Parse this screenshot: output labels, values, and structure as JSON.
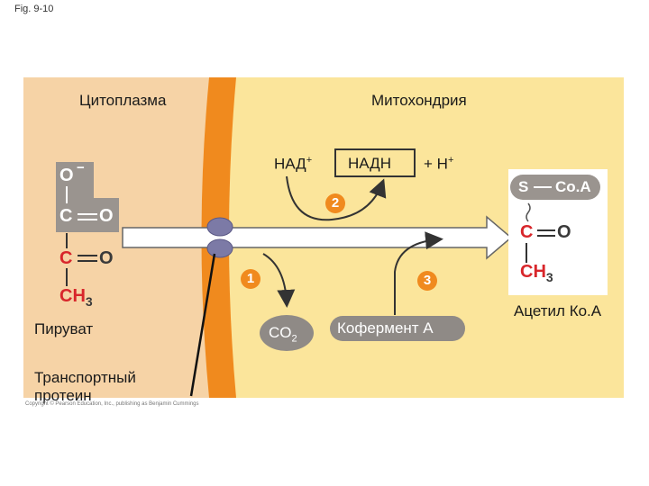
{
  "figure_label": "Fig. 9-10",
  "regions": {
    "cytoplasm": "Цитоплазма",
    "mitochondrion": "Митохондрия"
  },
  "pyruvate": {
    "top_o": "O",
    "charge": "−",
    "carboxyl_c": "C",
    "carboxyl_o": "O",
    "carbonyl_c": "C",
    "carbonyl_o": "O",
    "methyl": "CH",
    "methyl_sub": "3",
    "name": "Пируват"
  },
  "transport_protein": {
    "line1": "Транспортный",
    "line2": "протеин"
  },
  "reaction": {
    "nad": "НАД",
    "nad_sup": "+",
    "nadh": "НАДН",
    "h_plus": "+ H",
    "h_plus_sup": "+",
    "co2": "CO",
    "co2_sub": "2",
    "coenzyme": "Кофермент A",
    "steps": [
      "1",
      "2",
      "3"
    ]
  },
  "acetyl_coa": {
    "scoa_s": "S",
    "scoa_coa": "Co.A",
    "c": "C",
    "o": "O",
    "methyl": "CH",
    "methyl_sub": "3",
    "name": "Ацетил Ко.А"
  },
  "copyright": "Copyright © Pearson Education, Inc., publishing as Benjamin Cummings",
  "colors": {
    "cytoplasm": "#f6d3a6",
    "membrane": "#f08a1e",
    "matrix": "#fbe59b",
    "molecule_box": "#9a948f",
    "carbon_red": "#d8262b",
    "arrow_fill": "#ffffff",
    "protein": "#7c7aa6"
  }
}
